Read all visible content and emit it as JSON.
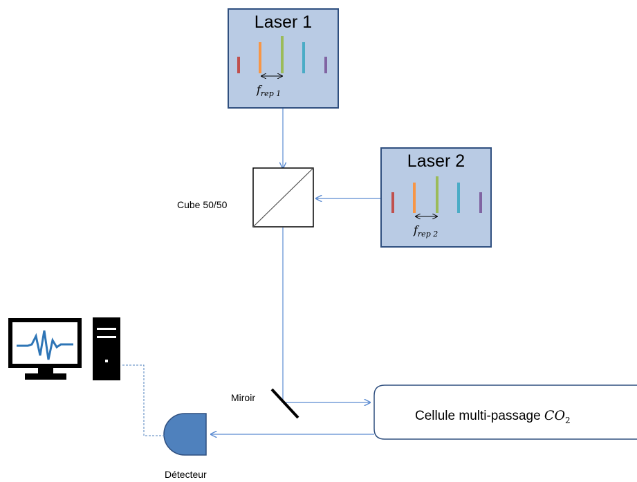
{
  "laser1": {
    "title": "Laser 1",
    "frep_symbol": "f",
    "frep_sub": "rep 1"
  },
  "laser2": {
    "title": "Laser 2",
    "frep_symbol": "f",
    "frep_sub": "rep 2"
  },
  "cube": {
    "label": "Cube 50/50"
  },
  "mirror": {
    "label": "Miroir"
  },
  "cell": {
    "label": "Cellule multi-passage ",
    "formula": "CO",
    "formula_sub": "2"
  },
  "detector": {
    "label": "Détecteur"
  },
  "comb_line_colors": [
    "#c0504d",
    "#f79646",
    "#9bbb59",
    "#4bacc6",
    "#8064a2"
  ],
  "beam_color": "#5b8bd1",
  "box_fill": "#b9cbe4",
  "detector_fill": "#4f81bd"
}
